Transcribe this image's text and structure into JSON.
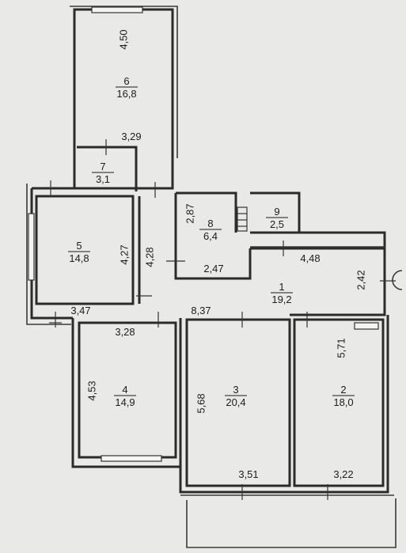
{
  "colors": {
    "paper": "#e9e9e7",
    "wall": "#2b2b2b",
    "ink": "#1c1c1c"
  },
  "rooms": [
    {
      "id": "1",
      "number": "1",
      "area": "19,2"
    },
    {
      "id": "2",
      "number": "2",
      "area": "18,0"
    },
    {
      "id": "3",
      "number": "3",
      "area": "20,4"
    },
    {
      "id": "4",
      "number": "4",
      "area": "14,9"
    },
    {
      "id": "5",
      "number": "5",
      "area": "14,8"
    },
    {
      "id": "6",
      "number": "6",
      "area": "16,8"
    },
    {
      "id": "7",
      "number": "7",
      "area": "3,1"
    },
    {
      "id": "8",
      "number": "8",
      "area": "6,4"
    },
    {
      "id": "9",
      "number": "9",
      "area": "2,5"
    }
  ],
  "dimensions": {
    "d_450": "4,50",
    "d_329": "3,29",
    "d_287": "2,87",
    "d_427": "4,27",
    "d_428": "4,28",
    "d_247": "2,47",
    "d_448": "4,48",
    "d_242": "2,42",
    "d_347": "3,47",
    "d_837": "8,37",
    "d_328": "3,28",
    "d_571": "5,71",
    "d_453": "4,53",
    "d_568": "5,68",
    "d_351": "3,51",
    "d_322": "3,22"
  }
}
